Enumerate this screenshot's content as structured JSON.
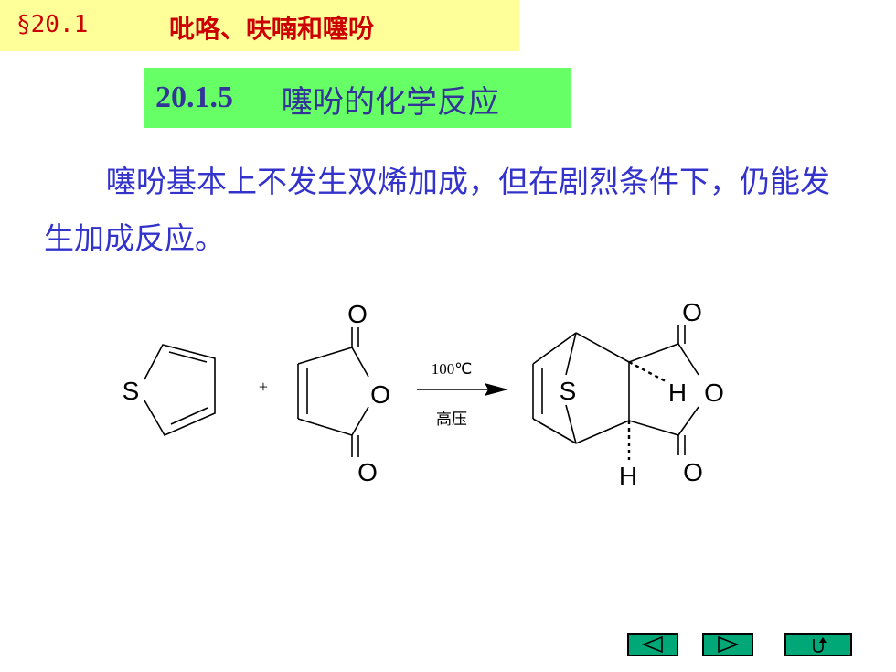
{
  "header": {
    "section_number": "§20.1",
    "section_title": "吡咯、呋喃和噻吩"
  },
  "subsection": {
    "number": "20.1.5",
    "title": "噻吩的化学反应"
  },
  "body_text": "噻吩基本上不发生双烯加成，但在剧烈条件下，仍能发生加成反应。",
  "reaction": {
    "plus": "+",
    "condition_top": "100℃",
    "condition_bottom": "高压",
    "thiophene_S": "S",
    "anhydride_O_top": "O",
    "anhydride_O_ring": "O",
    "anhydride_O_bottom": "O",
    "product_S": "S",
    "product_H_upper": "H",
    "product_O_ring": "O",
    "product_O_top": "O",
    "product_O_bottom": "O",
    "product_H_lower": "H"
  },
  "navigation": {
    "prev_icon": "left-triangle-icon",
    "next_icon": "right-triangle-icon",
    "return_icon": "return-arrow-icon",
    "button_color": "#00a878"
  },
  "colors": {
    "section_banner_bg": "#ffff99",
    "section_text": "#cc0000",
    "subsection_bg": "#66ff66",
    "subsection_text": "#333399",
    "body_text": "#3333cc"
  }
}
